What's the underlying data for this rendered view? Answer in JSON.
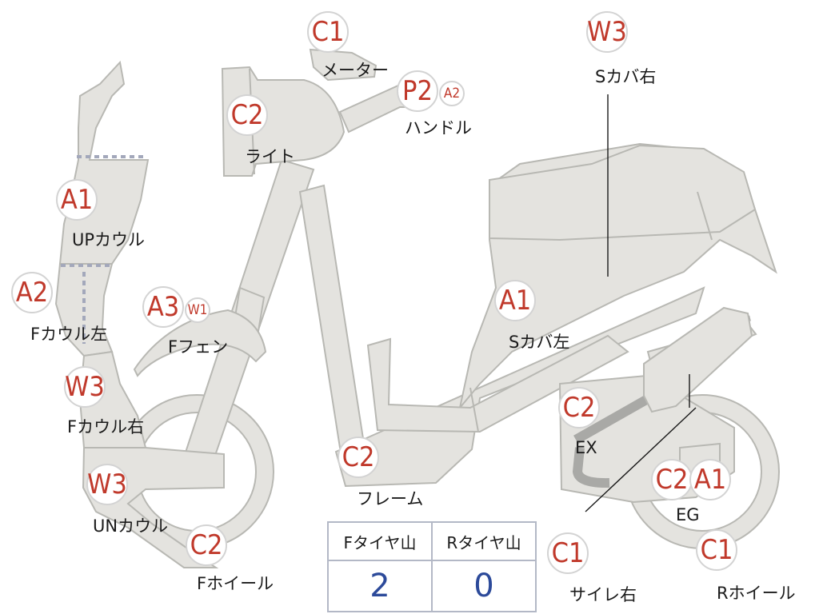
{
  "markers": {
    "c1_meter": "C1",
    "w3_scover_r": "W3",
    "p2_handle": "P2",
    "a2_handle": "A2",
    "c2_light": "C2",
    "a1_upcowl": "A1",
    "a2_fcowl_l": "A2",
    "a3_ffender": "A3",
    "w1_ffender": "W1",
    "a1_scover_l": "A1",
    "w3_fcowl_r": "W3",
    "c2_ex": "C2",
    "w3_uncowl": "W3",
    "c2_frame": "C2",
    "c2_eg": "C2",
    "a1_eg": "A1",
    "c2_fwheel": "C2",
    "c1_muffler_r": "C1",
    "c1_rwheel": "C1"
  },
  "labels": {
    "meter": "メーター",
    "scover_r": "Sカバ右",
    "handle": "ハンドル",
    "light": "ライト",
    "upcowl": "UPカウル",
    "fcowl_l": "Fカウル左",
    "ffender": "Fフェン",
    "scover_l": "Sカバ左",
    "fcowl_r": "Fカウル右",
    "ex": "EX",
    "uncowl": "UNカウル",
    "frame": "フレーム",
    "eg": "EG",
    "fwheel": "Fホイール",
    "muffler_r": "サイレ右",
    "rwheel": "Rホイール"
  },
  "tire_table": {
    "headers": [
      "Fタイヤ山",
      "Rタイヤ山"
    ],
    "values": [
      "2",
      "0"
    ]
  }
}
